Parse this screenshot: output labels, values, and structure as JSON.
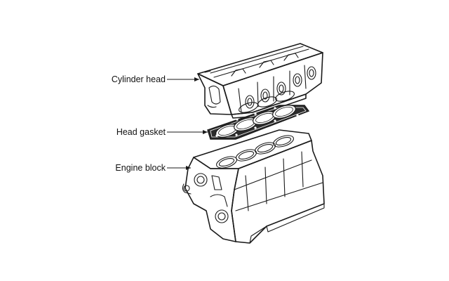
{
  "labels": {
    "cylinder_head": "Cylinder head",
    "head_gasket": "Head gasket",
    "engine_block": "Engine block"
  },
  "colors": {
    "line": "#1a1a1a",
    "gasket_fill": "#2b2b2b",
    "background": "#ffffff"
  }
}
